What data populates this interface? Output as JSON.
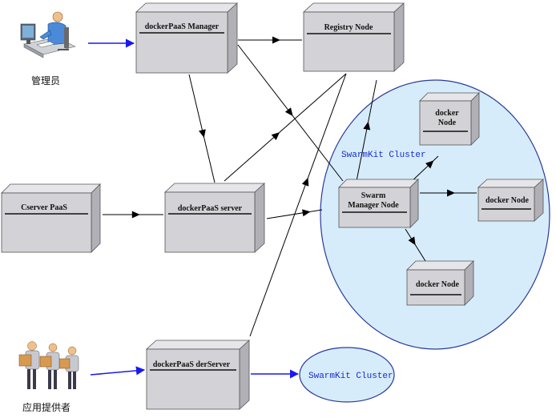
{
  "actors": {
    "admin_label": "管理员",
    "provider_label": "应用提供者"
  },
  "nodes": {
    "manager": "dockerPaaS Manager",
    "registry": "Registry Node",
    "cserver": "Cserver PaaS",
    "server": "dockerPaaS server",
    "derserver": "dockerPaaS derServer",
    "swarm_manager_line1": "Swarm",
    "swarm_manager_line2": "Manager Node",
    "docker_top_line1": "docker",
    "docker_top_line2": "Node",
    "docker_right": "docker Node",
    "docker_bottom": "docker Node"
  },
  "clusters": {
    "big_label": "SwarmKit Cluster",
    "small_label": "SwarmKit Cluster"
  },
  "colors": {
    "node_front": "#d3d3d7",
    "node_side": "#b0b0b6",
    "node_top": "#e6e6ea",
    "cluster_fill": "#d6ecfb",
    "cluster_stroke": "#2a3a9a",
    "blue_arrow": "#1a1aee",
    "black_arrow": "#000000"
  }
}
